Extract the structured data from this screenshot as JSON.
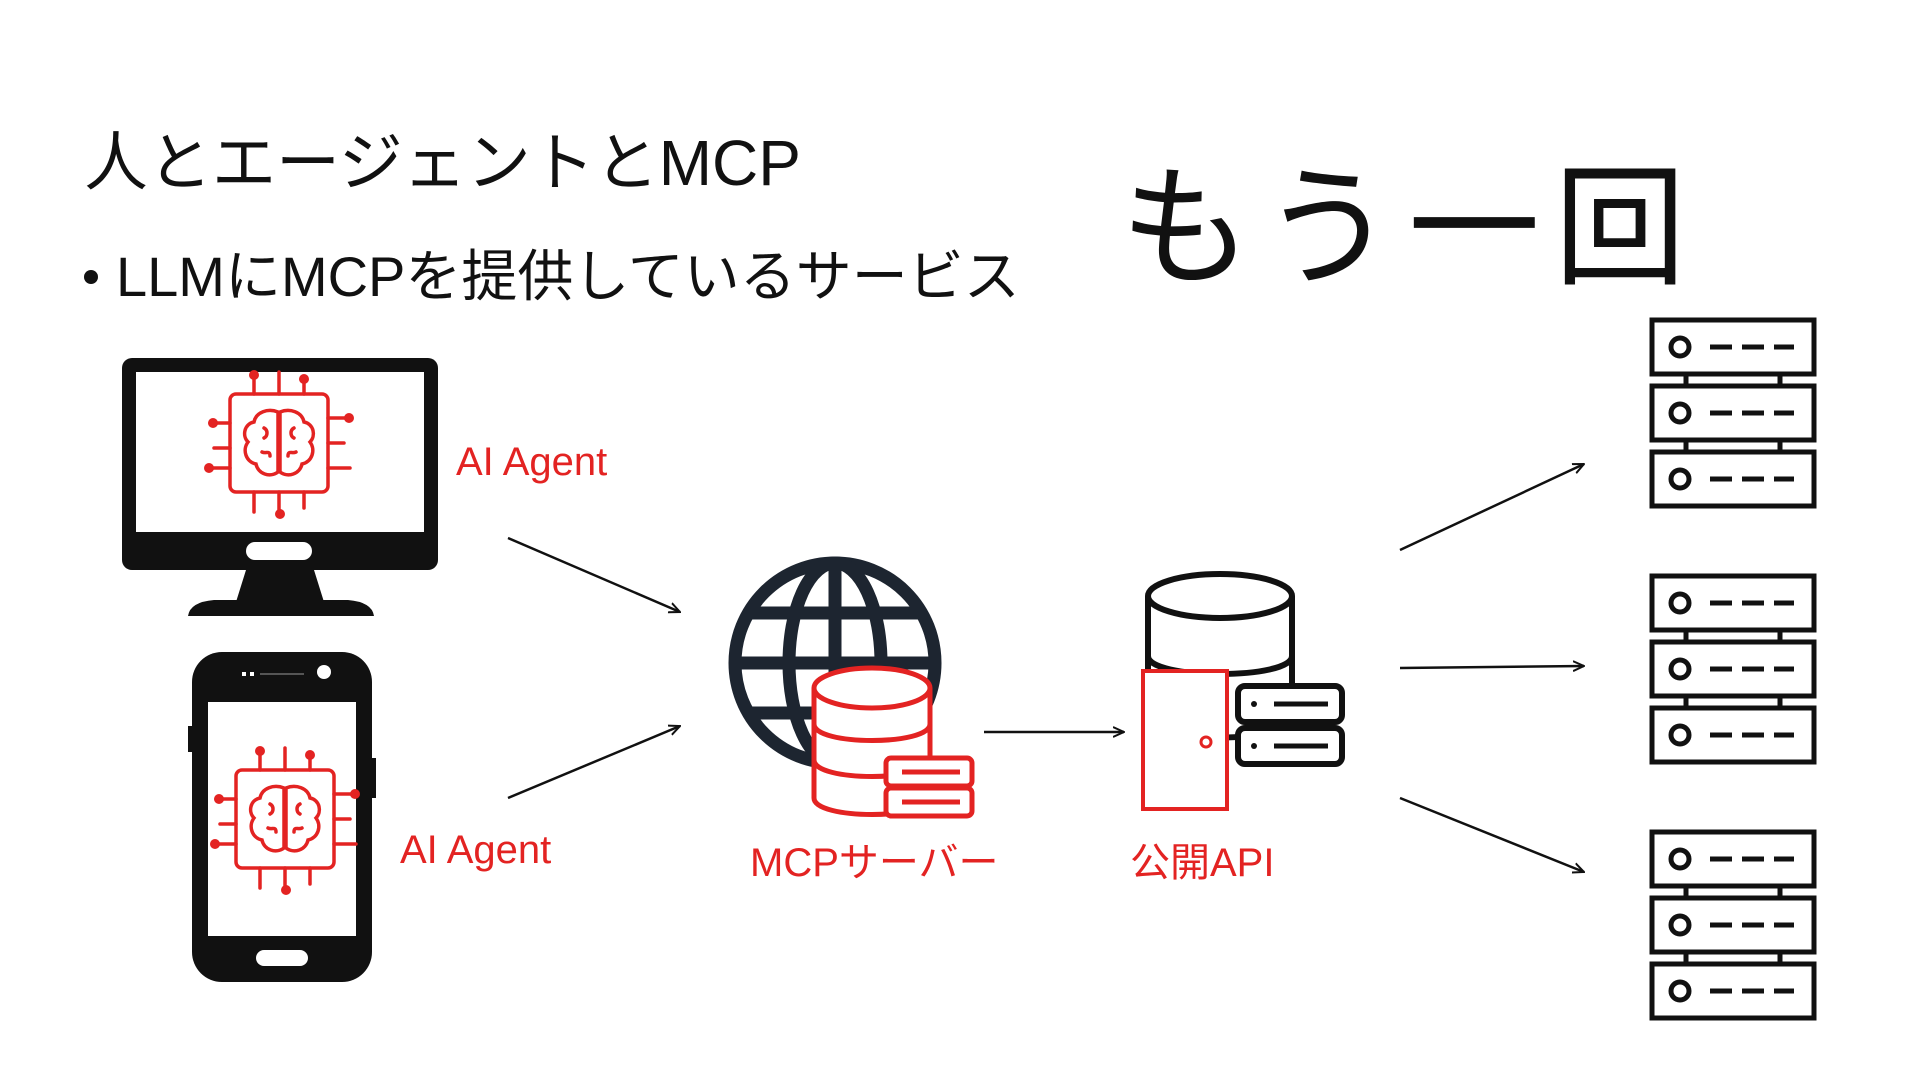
{
  "slide": {
    "title": "人とエージェントとMCP",
    "bullet": "LLMにMCPを提供しているサービス",
    "emphasis": "もう一回"
  },
  "nodes": {
    "agent_top_label": "AI Agent",
    "agent_bottom_label": "AI Agent",
    "mcp_server_label": "MCPサーバー",
    "public_api_label": "公開API"
  },
  "colors": {
    "accent": "#e32322",
    "ink": "#111111",
    "globe": "#1d2530"
  },
  "icons": [
    "monitor-icon",
    "smartphone-icon",
    "ai-chip-brain-icon",
    "globe-icon",
    "database-icon",
    "server-icon",
    "door-icon",
    "server-rack-icon",
    "arrow-icon"
  ]
}
